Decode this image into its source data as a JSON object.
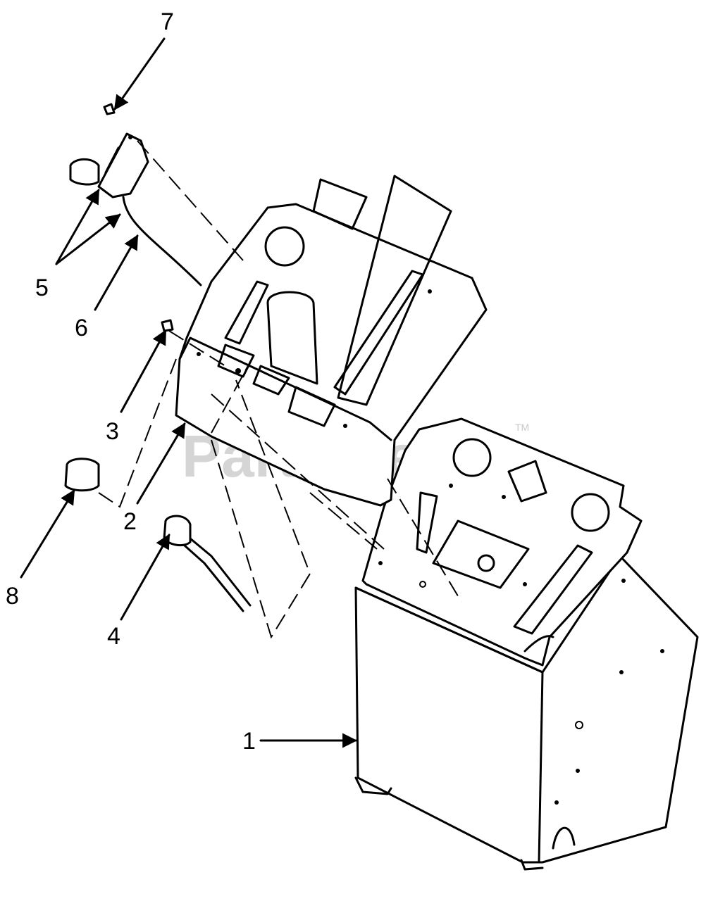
{
  "callouts": [
    {
      "id": "1",
      "text": "1"
    },
    {
      "id": "2",
      "text": "2"
    },
    {
      "id": "3",
      "text": "3"
    },
    {
      "id": "4",
      "text": "4"
    },
    {
      "id": "5",
      "text": "5"
    },
    {
      "id": "6",
      "text": "6"
    },
    {
      "id": "7",
      "text": "7"
    },
    {
      "id": "8",
      "text": "8"
    }
  ],
  "watermark": {
    "text": "PartsTree",
    "trademark": "TM"
  },
  "colors": {
    "ink": "#000000",
    "paper": "#ffffff",
    "watermark": "#c8c8c8"
  }
}
